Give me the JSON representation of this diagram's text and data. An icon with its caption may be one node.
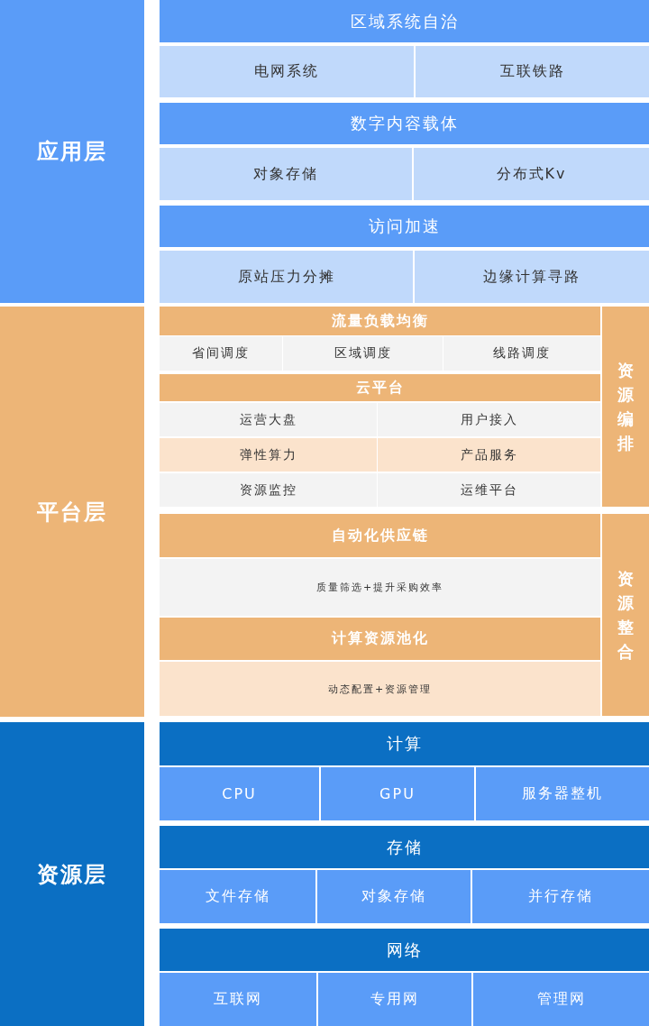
{
  "diagram": {
    "nodes": [
      {
        "text": [
          "应用层"
        ]
      },
      {
        "text": [
          "区域系统自治"
        ]
      },
      {
        "text": [
          "电网系统"
        ]
      },
      {
        "text": [
          "互联铁路"
        ]
      },
      {
        "text": [
          "数字内容载体"
        ]
      },
      {
        "text": [
          "对象存储"
        ]
      },
      {
        "text": [
          "分布式Kv"
        ]
      },
      {
        "text": [
          "访问加速"
        ]
      },
      {
        "text": [
          "原站压力分摊"
        ]
      },
      {
        "text": [
          "边缘计算寻路"
        ]
      },
      {
        "text": [
          "平台层"
        ]
      },
      {
        "text": [
          "流量负载均衡"
        ]
      },
      {
        "text": [
          "省间调度"
        ]
      },
      {
        "text": [
          "区域调度"
        ]
      },
      {
        "text": [
          "线路调度"
        ]
      },
      {
        "text": [
          "云平台"
        ]
      },
      {
        "text": [
          "运营大盘"
        ]
      },
      {
        "text": [
          "用户接入"
        ]
      },
      {
        "text": [
          "弹性算力"
        ]
      },
      {
        "text": [
          "产品服务"
        ]
      },
      {
        "text": [
          "资源监控"
        ]
      },
      {
        "text": [
          "运维平台"
        ]
      },
      {
        "text": [
          "资源编排"
        ]
      },
      {
        "text": [
          "自动化供应链"
        ]
      },
      {
        "text": [
          "质量筛选+提升采购效率"
        ]
      },
      {
        "text": [
          "计算资源池化"
        ]
      },
      {
        "text": [
          "动态配置+资源管理"
        ]
      },
      {
        "text": [
          "资源整合"
        ]
      },
      {
        "text": [
          "资源层"
        ]
      },
      {
        "text": [
          "计算"
        ]
      },
      {
        "text": [
          "CPU"
        ]
      },
      {
        "text": [
          "GPU"
        ]
      },
      {
        "text": [
          "服务器整机"
        ]
      },
      {
        "text": [
          "存储"
        ]
      },
      {
        "text": [
          "文件存储"
        ]
      },
      {
        "text": [
          "对象存储"
        ]
      },
      {
        "text": [
          "并行存储"
        ]
      },
      {
        "text": [
          "网络"
        ]
      },
      {
        "text": [
          "互联网"
        ]
      },
      {
        "text": [
          "专用网"
        ]
      },
      {
        "text": [
          "管理网"
        ]
      }
    ]
  }
}
